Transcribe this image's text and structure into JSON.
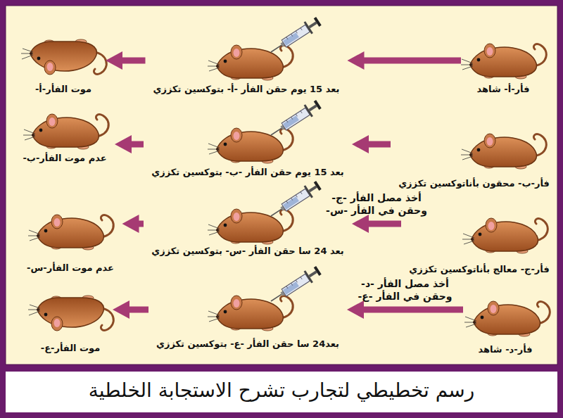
{
  "diagram": {
    "caption": "رسم تخطيطي لتجارب تشرح الاستجابة الخلطية",
    "nodes": [
      {
        "text": [
          "فأر-أ- شاهد"
        ]
      },
      {
        "text": [
          "بعد 15 يوم حقن الفأر -أ- بتوكسين تكززي"
        ]
      },
      {
        "text": [
          "موت الفأر-أ-"
        ]
      },
      {
        "text": [
          "فأر-ب- محقون بأناتوكسين تكززي"
        ]
      },
      {
        "text": [
          "بعد 15 يوم حقن الفأر -ب- بتوكسين تكززي"
        ]
      },
      {
        "text": [
          "عدم موت الفأر-ب-"
        ]
      },
      {
        "text": [
          "فأر-ج- معالج بأناتوكسين تكززي"
        ]
      },
      {
        "text": [
          "بعد 24 سا حقن الفأر -س- بتوكسين تكززي"
        ]
      },
      {
        "text": [
          "عدم موت الفأر-س-"
        ]
      },
      {
        "text": [
          "فأر-د- شاهد"
        ]
      },
      {
        "text": [
          "بعد24 سا حقن الفأر -ع- بتوكسين تكززي"
        ]
      },
      {
        "text": [
          "موت الفأر-ع-"
        ]
      }
    ],
    "edges": [
      {
        "from": 0,
        "to": 1,
        "arrow": "to"
      },
      {
        "from": 1,
        "to": 2,
        "arrow": "to"
      },
      {
        "from": 3,
        "to": 4,
        "arrow": "to"
      },
      {
        "from": 4,
        "to": 5,
        "arrow": "to"
      },
      {
        "from": 6,
        "to": 7,
        "arrow": "to",
        "label": "أخذ مصل الفأر -ج- وحقن في الفأر -س-"
      },
      {
        "from": 7,
        "to": 8,
        "arrow": "to"
      },
      {
        "from": 9,
        "to": 10,
        "arrow": "to",
        "label": "أخذ مصل الفأر -د- وحقن في الفأر -ع-"
      },
      {
        "from": 10,
        "to": 11,
        "arrow": "to"
      }
    ]
  }
}
